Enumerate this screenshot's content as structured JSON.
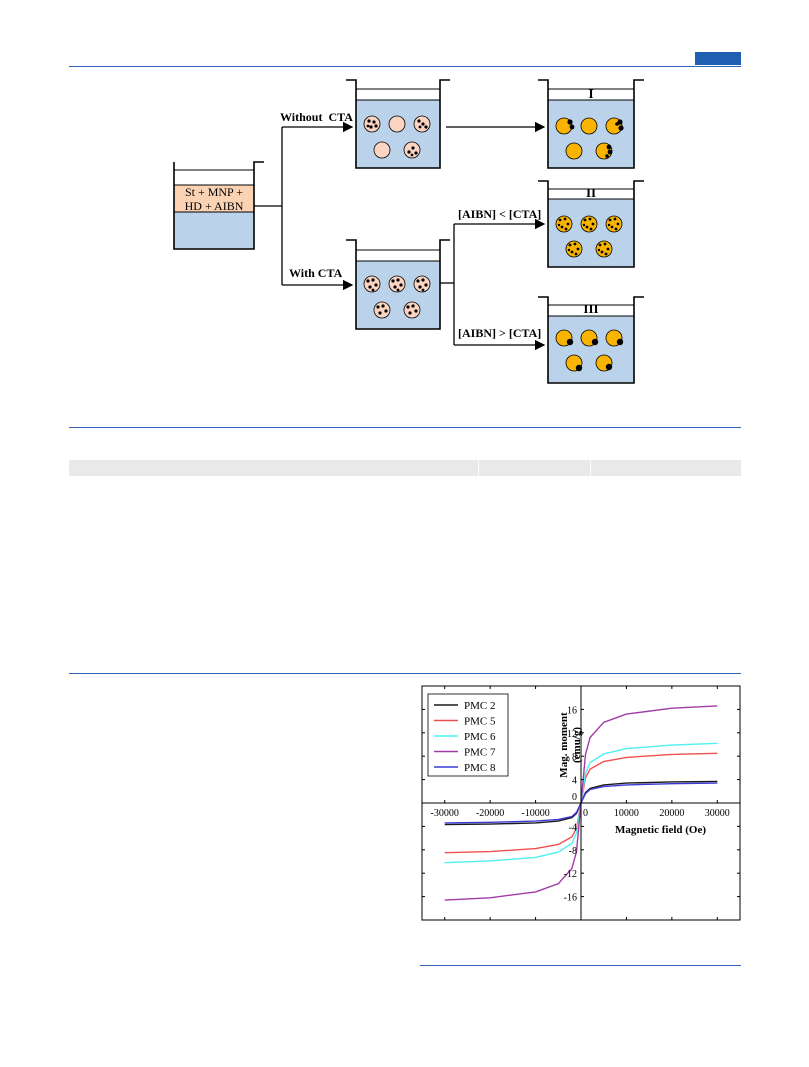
{
  "scheme": {
    "initial_mix": [
      "St + MNP +",
      "HD + AIBN"
    ],
    "branch_without": "Without  CTA",
    "branch_with": "With CTA",
    "cond_low": "[AIBN] < [CTA]",
    "cond_high": "[AIBN] > [CTA]",
    "product_labels": [
      "I",
      "II",
      "III"
    ],
    "colors": {
      "water": "#bad2ea",
      "oil": "#fbd3b3",
      "droplet": "#fbd5c2",
      "polymer": "#f8b400",
      "particle": "#000000"
    }
  },
  "chart_data": {
    "type": "line",
    "xlabel": "Magnetic field (Oe)",
    "ylabel_lines": [
      "Mag. moment",
      "(emu/g)"
    ],
    "xlim": [
      -35000,
      35000
    ],
    "ylim": [
      -20,
      20
    ],
    "x_ticks": [
      -30000,
      -20000,
      -10000,
      0,
      10000,
      20000,
      30000
    ],
    "y_ticks": [
      -16,
      -12,
      -8,
      -4,
      0,
      4,
      8,
      12,
      16
    ],
    "x_tick_labels": [
      "-30000",
      "-20000",
      "-10000",
      "0",
      "10000",
      "20000",
      "30000"
    ],
    "y_tick_labels": [
      "-16",
      "-12",
      "-8",
      "-4",
      "0",
      "4",
      "8",
      "12",
      "16"
    ],
    "grid": false,
    "legend_position": "top-left",
    "x": [
      -30000,
      -20000,
      -10000,
      -5000,
      -2000,
      -1000,
      0,
      1000,
      2000,
      5000,
      10000,
      20000,
      30000
    ],
    "series": [
      {
        "name": "PMC 2",
        "color": "#1a1a1a",
        "values": [
          -3.7,
          -3.6,
          -3.4,
          -3.1,
          -2.5,
          -1.8,
          0,
          1.8,
          2.5,
          3.1,
          3.4,
          3.6,
          3.7
        ]
      },
      {
        "name": "PMC 5",
        "color": "#ef4f4f",
        "values": [
          -8.5,
          -8.3,
          -7.8,
          -7.1,
          -5.8,
          -4.3,
          0,
          4.3,
          5.8,
          7.1,
          7.8,
          8.3,
          8.5
        ]
      },
      {
        "name": "PMC 6",
        "color": "#4ff0f0",
        "values": [
          -10.2,
          -9.9,
          -9.3,
          -8.4,
          -6.9,
          -5.1,
          0,
          5.1,
          6.9,
          8.4,
          9.3,
          9.9,
          10.2
        ]
      },
      {
        "name": "PMC 7",
        "color": "#a13ca6",
        "values": [
          -16.6,
          -16.2,
          -15.2,
          -13.8,
          -11.2,
          -8.3,
          0,
          8.3,
          11.2,
          13.8,
          15.2,
          16.2,
          16.6
        ]
      },
      {
        "name": "PMC 8",
        "color": "#3a3ad8",
        "values": [
          -3.4,
          -3.3,
          -3.1,
          -2.8,
          -2.3,
          -1.6,
          0,
          1.6,
          2.3,
          2.8,
          3.1,
          3.3,
          3.4
        ]
      }
    ]
  }
}
